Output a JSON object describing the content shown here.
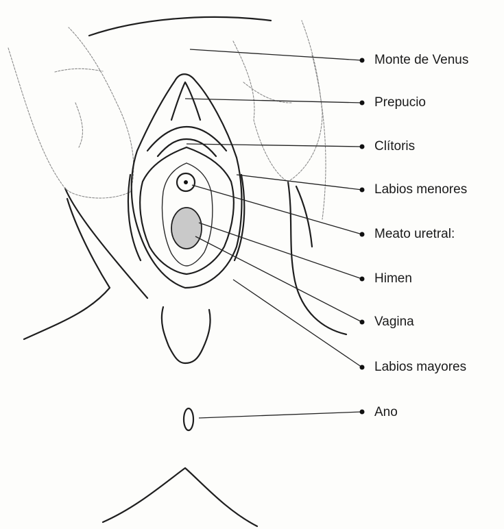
{
  "labels": {
    "monte": "Monte de Venus",
    "prepucio": "Prepucio",
    "clitoris": "Clítoris",
    "labios_menores": "Labios menores",
    "meato": "Meato uretral:",
    "himen": "Himen",
    "vagina": "Vagina",
    "labios_mayores": "Labios mayores",
    "ano": "Ano"
  },
  "colors": {
    "line": "#1e1e1e",
    "hymen_fill": "#c9c9c9"
  }
}
